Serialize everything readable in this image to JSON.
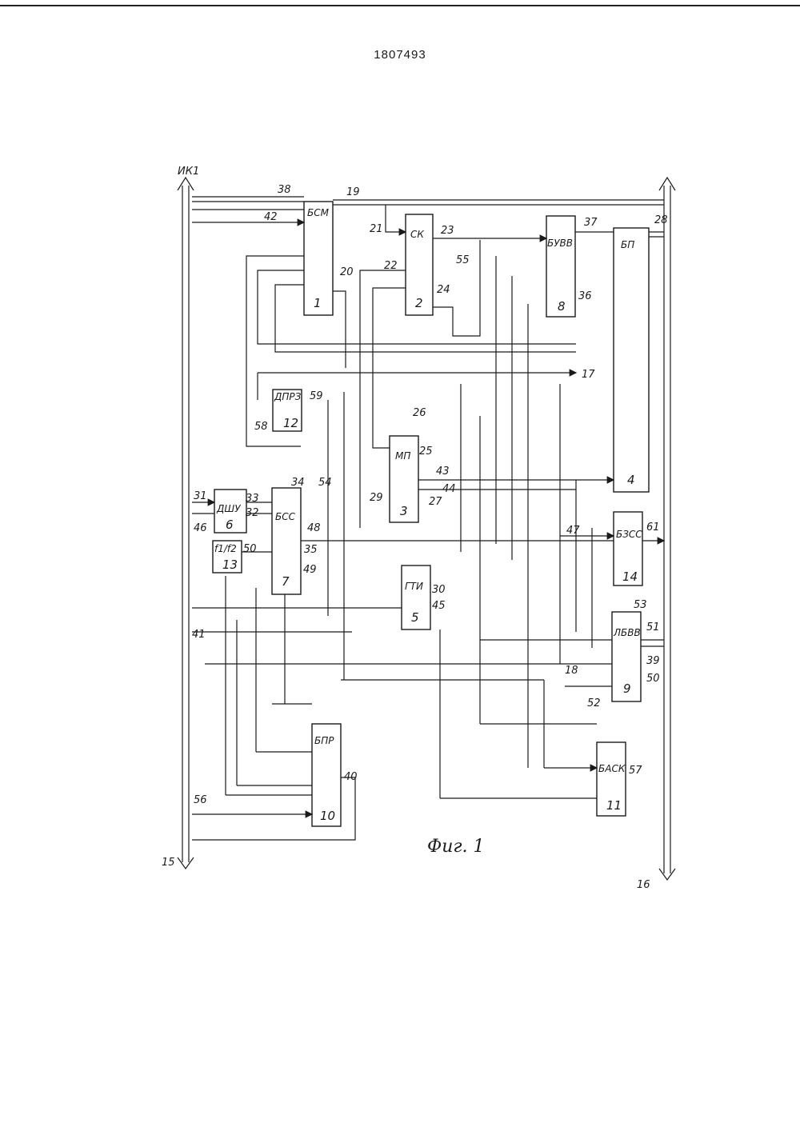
{
  "patent_number": "1807493",
  "caption": "Фиг. 1",
  "bus_labels": {
    "left_top": "ИК1",
    "left_bottom": "15",
    "right_bottom": "16"
  },
  "blocks": [
    {
      "id": "bsm",
      "name": "БСМ",
      "num": "1"
    },
    {
      "id": "sk",
      "name": "СК",
      "num": "2"
    },
    {
      "id": "mp",
      "name": "МП",
      "num": "3"
    },
    {
      "id": "bp",
      "name": "БП",
      "num": "4"
    },
    {
      "id": "gti",
      "name": "ГТИ",
      "num": "5"
    },
    {
      "id": "dshu",
      "name": "ДШУ",
      "num": "6"
    },
    {
      "id": "bss",
      "name": "БСС",
      "num": "7"
    },
    {
      "id": "buvv",
      "name": "БУВВ",
      "num": "8"
    },
    {
      "id": "lbvv",
      "name": "ЛБВВ",
      "num": "9"
    },
    {
      "id": "bpr",
      "name": "БПР",
      "num": "10"
    },
    {
      "id": "bask",
      "name": "БАСК",
      "num": "11"
    },
    {
      "id": "dprz",
      "name": "ДПРЗ",
      "num": "12"
    },
    {
      "id": "f12",
      "name": "f1/f2",
      "num": "13"
    },
    {
      "id": "bzss",
      "name": "БЗСС",
      "num": "14"
    }
  ],
  "line_numbers": [
    "17",
    "18",
    "19",
    "20",
    "21",
    "22",
    "23",
    "24",
    "25",
    "26",
    "27",
    "28",
    "29",
    "30",
    "31",
    "32",
    "33",
    "34",
    "35",
    "36",
    "37",
    "38",
    "39",
    "40",
    "41",
    "42",
    "43",
    "44",
    "45",
    "46",
    "47",
    "48",
    "49",
    "50",
    "50",
    "51",
    "52",
    "53",
    "54",
    "55",
    "56",
    "57",
    "58",
    "59",
    "61"
  ]
}
